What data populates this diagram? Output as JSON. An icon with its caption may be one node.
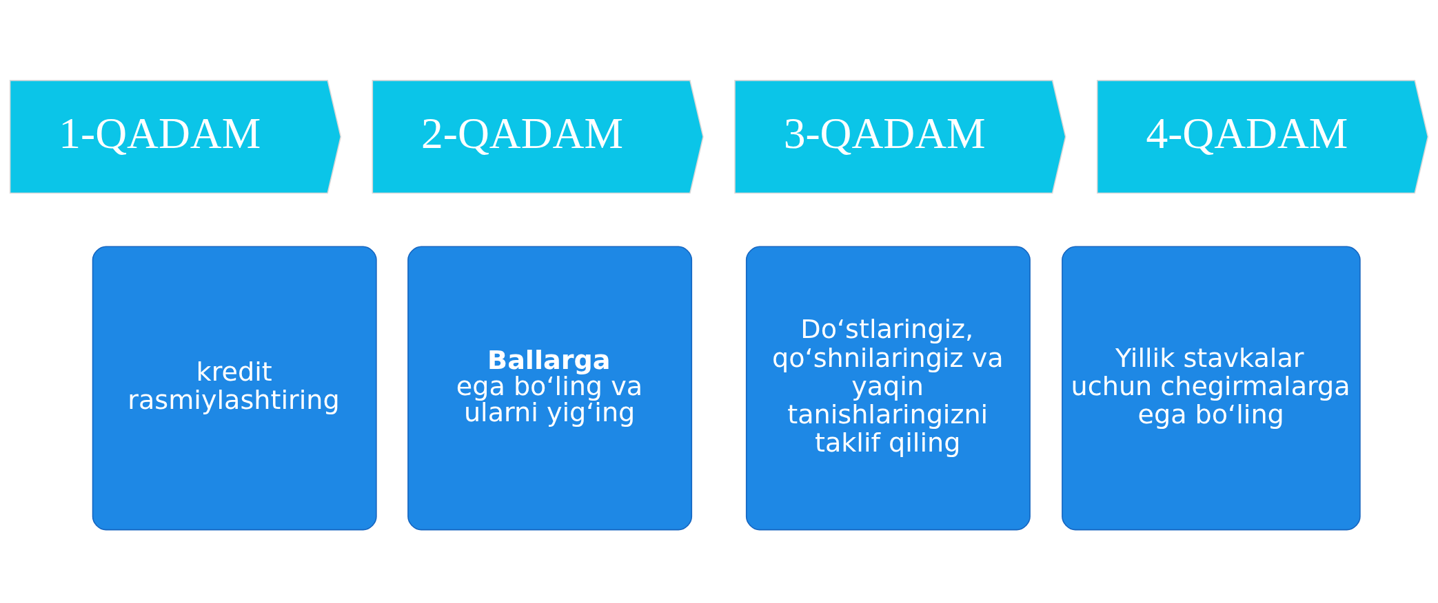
{
  "diagram": {
    "nodes": [
      {
        "text": [
          "1-QADAM"
        ]
      },
      {
        "text": [
          "2-QADAM"
        ]
      },
      {
        "text": [
          "3-QADAM"
        ]
      },
      {
        "text": [
          "4-QADAM"
        ]
      },
      {
        "text": [
          "kredit rasmiylashtiring"
        ]
      },
      {
        "text": [
          "Ballarga",
          "ega bo‘ling va ularni yig‘ing"
        ]
      },
      {
        "text": [
          "Do‘stlaringiz, qo‘shnilaringiz va yaqin tanishlaringizni taklif qiling"
        ]
      },
      {
        "text": [
          "Yillik stavkalar uchun chegirmalarga ega bo‘ling"
        ]
      }
    ],
    "edges": []
  }
}
